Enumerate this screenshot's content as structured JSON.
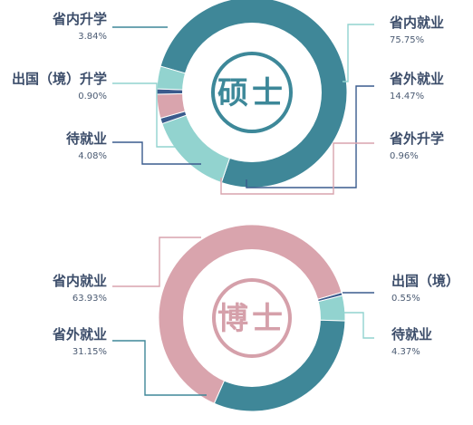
{
  "chart_data": [
    {
      "type": "pie",
      "center_label": "硕士",
      "ring_color": "#3d8899",
      "slices": [
        {
          "label": "省内就业",
          "value": 75.75,
          "value_text": "75.75%",
          "color": "#3f8798"
        },
        {
          "label": "省外就业",
          "value": 14.47,
          "value_text": "14.47%",
          "color": "#92d3cf"
        },
        {
          "label": "省外升学",
          "value": 0.96,
          "value_text": "0.96%",
          "color": "#3a5b8d"
        },
        {
          "label": "待就业",
          "value": 4.08,
          "value_text": "4.08%",
          "color": "#d9a4ad"
        },
        {
          "label": "出国（境）升学",
          "value": 0.9,
          "value_text": "0.90%",
          "color": "#3a5b8d"
        },
        {
          "label": "省内升学",
          "value": 3.84,
          "value_text": "3.84%",
          "color": "#92d3cf"
        }
      ]
    },
    {
      "type": "pie",
      "center_label": "博士",
      "ring_color": "#d5a0aa",
      "slices": [
        {
          "label": "出国（境）",
          "value": 0.55,
          "value_text": "0.55%",
          "color": "#3a5b8d"
        },
        {
          "label": "待就业",
          "value": 4.37,
          "value_text": "4.37%",
          "color": "#92d3cf"
        },
        {
          "label": "省外就业",
          "value": 31.15,
          "value_text": "31.15%",
          "color": "#3f8798"
        },
        {
          "label": "省内就业",
          "value": 63.93,
          "value_text": "63.93%",
          "color": "#d9a4ad"
        }
      ]
    }
  ]
}
